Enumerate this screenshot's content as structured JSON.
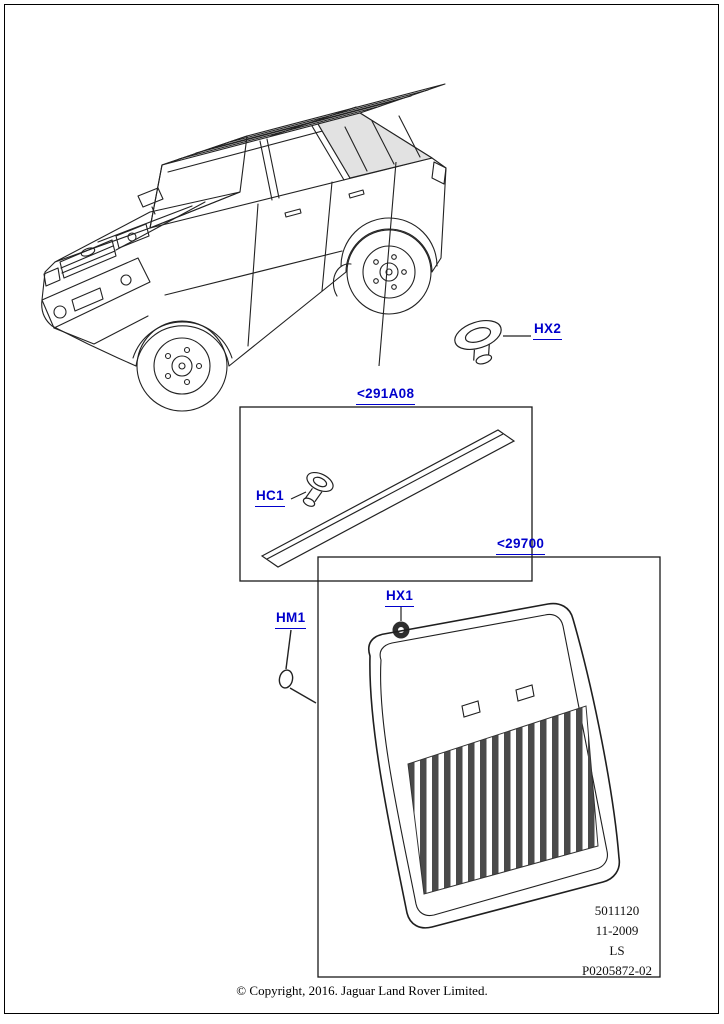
{
  "callouts": {
    "hx2": "HX2",
    "trim_strip": "<291A08",
    "hc1": "HC1",
    "quarter_glass": "<29700",
    "hm1": "HM1",
    "hx1": "HX1"
  },
  "plate": {
    "part_number": "5011120",
    "date": "11-2009",
    "model_code": "LS",
    "drawing_ref": "P0205872-02"
  },
  "copyright": "© Copyright, 2016. Jaguar Land Rover Limited.",
  "colors": {
    "callout_blue": "#0000CC",
    "line_black": "#1a1a1a"
  }
}
